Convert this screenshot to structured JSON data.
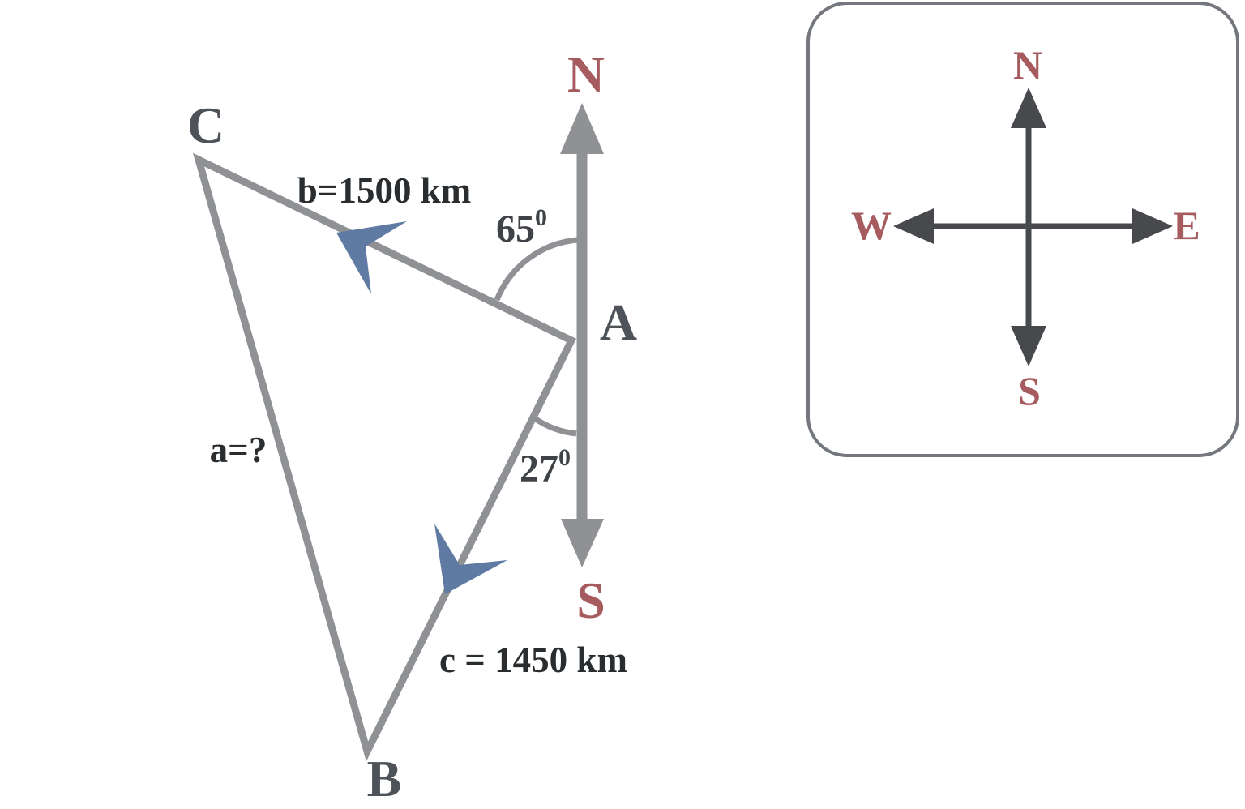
{
  "colors": {
    "line-gray": "#8f9194",
    "dark-text": "#2a2d30",
    "vertex-text": "#4e535a",
    "angle-text": "#3f4347",
    "compass-red": "#a65c5f",
    "cross-dark": "#47494d",
    "box-border": "#74787e",
    "blue-arrow": "#5f7ba3",
    "background": "#ffffff"
  },
  "triangle": {
    "vertex_a": "A",
    "vertex_b": "B",
    "vertex_c": "C",
    "side_b_label": "b=1500 km",
    "side_c_label": "c = 1450 km",
    "side_a_label": "a=?",
    "angle_north_value": "65",
    "angle_north_sup": "0",
    "angle_south_value": "27",
    "angle_south_sup": "0",
    "north_label": "N",
    "south_label": "S"
  },
  "compass_box": {
    "north": "N",
    "east": "E",
    "south": "S",
    "west": "W"
  }
}
